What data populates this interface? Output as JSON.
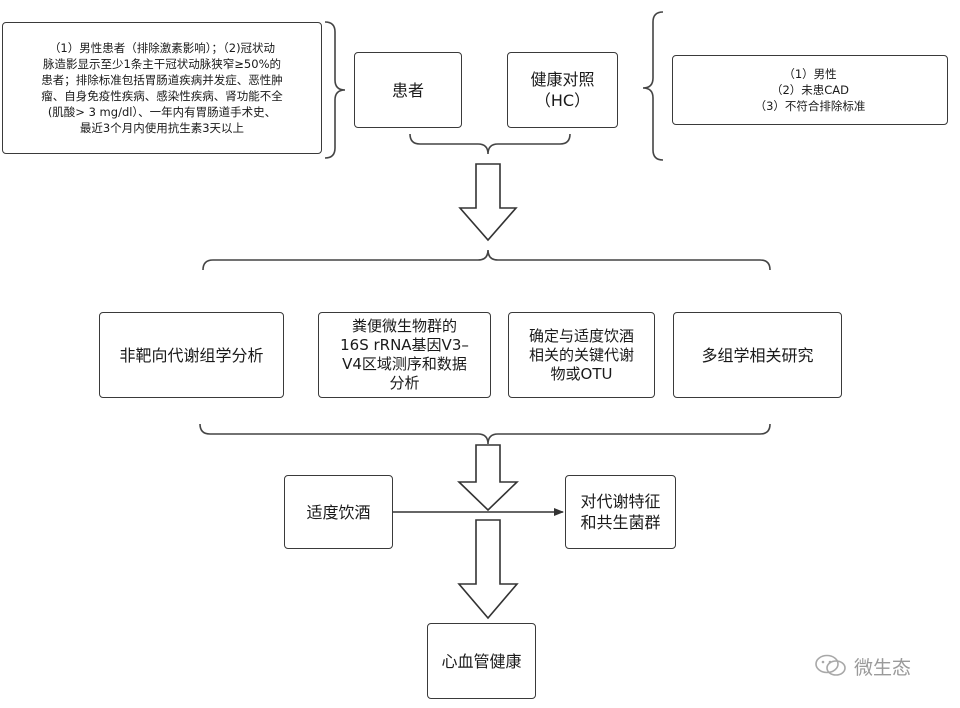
{
  "diagram": {
    "left_criteria": "（1）男性患者（排除激素影响）；（2)冠状动\n脉造影显示至少1条主干冠状动脉狭窄≥50%的\n患者；排除标准包括胃肠道疾病并发症、恶性肿\n瘤、自身免疫性疾病、感染性疾病、肾功能不全\n(肌酸> 3 mg/dl）、一年内有胃肠道手术史、\n最近3个月内使用抗生素3天以上",
    "patients": "患者",
    "healthy_control": "健康对照\n（HC）",
    "right_criteria": "（1）男性\n（2）未患CAD\n（3）不符合排除标准",
    "methods": [
      "非靶向代谢组学分析",
      "粪便微生物群的\n16S rRNA基因V3–\nV4区域测序和数据\n分析",
      "确定与适度饮酒\n相关的关键代谢\n物或OTU",
      "多组学相关研究"
    ],
    "moderate_drinking": "适度饮酒",
    "metabolic_features": "对代谢特征\n和共生菌群",
    "cardiovascular_health": "心血管健康"
  },
  "watermark": {
    "text": "微生态",
    "icon": "wechat-icon"
  }
}
